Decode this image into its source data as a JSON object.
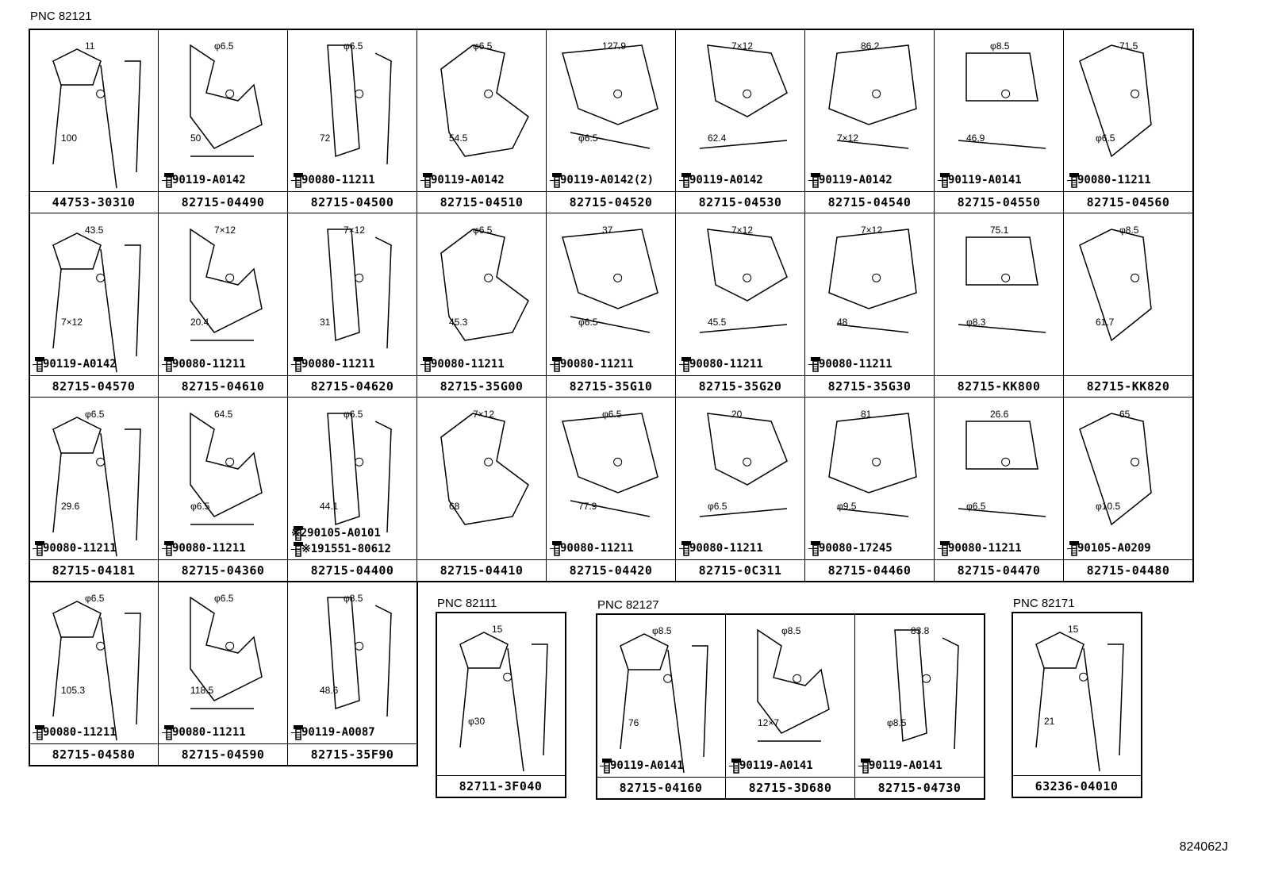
{
  "sheet": {
    "diagram_code": "824062J"
  },
  "groups": [
    {
      "pnc": "PNC 82121"
    },
    {
      "pnc": "PNC 82111"
    },
    {
      "pnc": "PNC 82127"
    },
    {
      "pnc": "PNC 82171"
    }
  ],
  "rows": [
    [
      {
        "part": "44753-30310",
        "bolt": "",
        "dims": [
          "11",
          "100"
        ]
      },
      {
        "part": "82715-04490",
        "bolt": "90119-A0142",
        "dims": [
          "φ6.5",
          "50"
        ]
      },
      {
        "part": "82715-04500",
        "bolt": "90080-11211",
        "dims": [
          "φ6.5",
          "72"
        ]
      },
      {
        "part": "82715-04510",
        "bolt": "90119-A0142",
        "dims": [
          "φ6.5",
          "54.5"
        ]
      },
      {
        "part": "82715-04520",
        "bolt": "90119-A0142(2)",
        "dims": [
          "127.9",
          "φ6.5"
        ]
      },
      {
        "part": "82715-04530",
        "bolt": "90119-A0142",
        "dims": [
          "7×12",
          "62.4"
        ]
      },
      {
        "part": "82715-04540",
        "bolt": "90119-A0142",
        "dims": [
          "86.2",
          "7×12"
        ]
      },
      {
        "part": "82715-04550",
        "bolt": "90119-A0141",
        "dims": [
          "φ8.5",
          "46.9"
        ]
      },
      {
        "part": "82715-04560",
        "bolt": "90080-11211",
        "dims": [
          "71.5",
          "φ6.5"
        ]
      }
    ],
    [
      {
        "part": "82715-04570",
        "bolt": "90119-A0142",
        "dims": [
          "43.5",
          "7×12"
        ]
      },
      {
        "part": "82715-04610",
        "bolt": "90080-11211",
        "dims": [
          "7×12",
          "20.4"
        ]
      },
      {
        "part": "82715-04620",
        "bolt": "90080-11211",
        "dims": [
          "7×12",
          "31"
        ]
      },
      {
        "part": "82715-35G00",
        "bolt": "90080-11211",
        "dims": [
          "φ6.5",
          "45.3"
        ]
      },
      {
        "part": "82715-35G10",
        "bolt": "90080-11211",
        "dims": [
          "37",
          "φ6.5"
        ]
      },
      {
        "part": "82715-35G20",
        "bolt": "90080-11211",
        "dims": [
          "7×12",
          "45.5"
        ]
      },
      {
        "part": "82715-35G30",
        "bolt": "90080-11211",
        "dims": [
          "7×12",
          "48"
        ]
      },
      {
        "part": "82715-KK800",
        "bolt": "",
        "dims": [
          "75.1",
          "φ8.3"
        ]
      },
      {
        "part": "82715-KK820",
        "bolt": "",
        "dims": [
          "φ8.5",
          "61.7"
        ]
      }
    ],
    [
      {
        "part": "82715-04181",
        "bolt": "90080-11211",
        "dims": [
          "φ6.5",
          "29.6"
        ]
      },
      {
        "part": "82715-04360",
        "bolt": "90080-11211",
        "dims": [
          "64.5",
          "φ6.5"
        ]
      },
      {
        "part": "82715-04400",
        "bolt": "※191551-80612",
        "bolt2": "※290105-A0101",
        "dims": [
          "φ6.5",
          "44.1"
        ]
      },
      {
        "part": "82715-04410",
        "bolt": "",
        "dims": [
          "7×12",
          "68"
        ]
      },
      {
        "part": "82715-04420",
        "bolt": "90080-11211",
        "dims": [
          "φ6.5",
          "77.9"
        ]
      },
      {
        "part": "82715-0C311",
        "bolt": "90080-11211",
        "dims": [
          "20",
          "φ6.5"
        ]
      },
      {
        "part": "82715-04460",
        "bolt": "90080-17245",
        "dims": [
          "81",
          "φ9.5"
        ]
      },
      {
        "part": "82715-04470",
        "bolt": "90080-11211",
        "dims": [
          "26.6",
          "φ6.5"
        ]
      },
      {
        "part": "82715-04480",
        "bolt": "90105-A0209",
        "dims": [
          "65",
          "φ10.5"
        ]
      }
    ],
    [
      {
        "part": "82715-04580",
        "bolt": "90080-11211",
        "dims": [
          "φ6.5",
          "105.3"
        ]
      },
      {
        "part": "82715-04590",
        "bolt": "90080-11211",
        "dims": [
          "φ6.5",
          "118.5"
        ]
      },
      {
        "part": "82715-35F90",
        "bolt": "90119-A0087",
        "dims": [
          "φ8.5",
          "48.6"
        ]
      }
    ]
  ],
  "pnc82111": [
    {
      "part": "82711-3F040",
      "bolt": "",
      "dims": [
        "15",
        "φ30"
      ]
    }
  ],
  "pnc82127": [
    {
      "part": "82715-04160",
      "bolt": "90119-A0141",
      "dims": [
        "φ8.5",
        "76"
      ]
    },
    {
      "part": "82715-3D680",
      "bolt": "90119-A0141",
      "dims": [
        "φ8.5",
        "12×7"
      ]
    },
    {
      "part": "82715-04730",
      "bolt": "90119-A0141",
      "dims": [
        "83.8",
        "φ8.5"
      ]
    }
  ],
  "pnc82171": [
    {
      "part": "63236-04010",
      "bolt": "",
      "dims": [
        "15",
        "21"
      ]
    }
  ]
}
